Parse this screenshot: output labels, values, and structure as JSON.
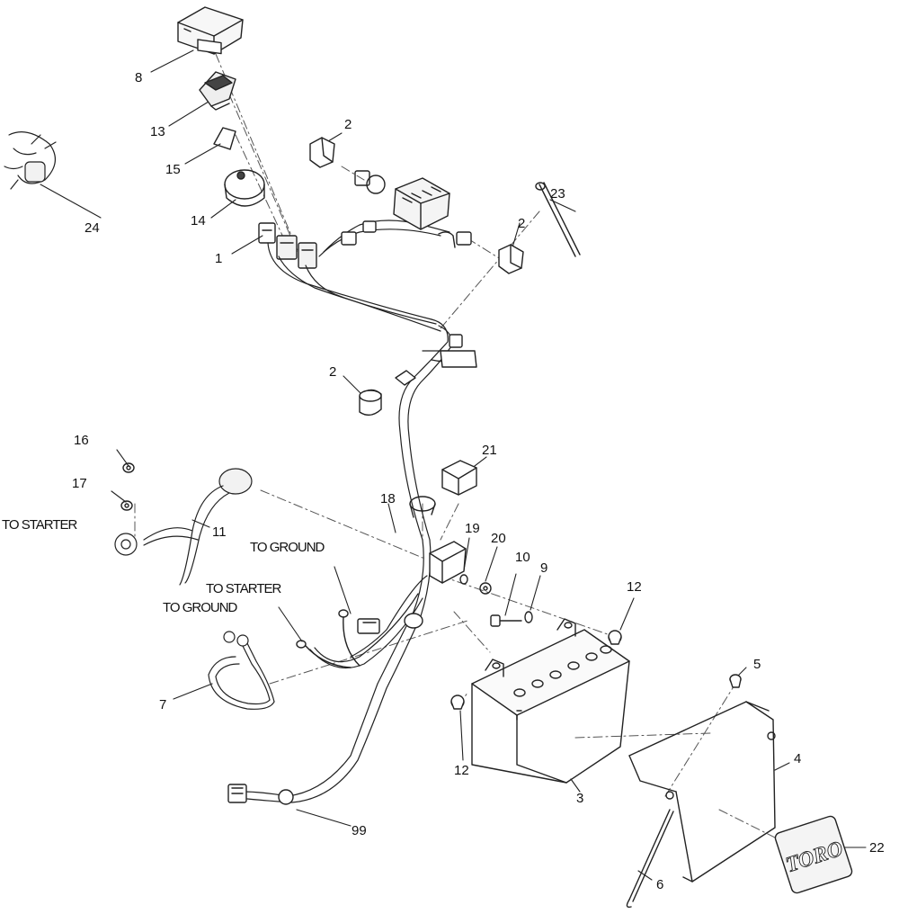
{
  "callouts": {
    "c1": "1",
    "c2a": "2",
    "c2b": "2",
    "c2c": "2",
    "c3": "3",
    "c4": "4",
    "c5": "5",
    "c6": "6",
    "c7": "7",
    "c8": "8",
    "c9": "9",
    "c10": "10",
    "c11": "11",
    "c12a": "12",
    "c12b": "12",
    "c13": "13",
    "c14": "14",
    "c15": "15",
    "c16": "16",
    "c17": "17",
    "c18": "18",
    "c19": "19",
    "c20": "20",
    "c21": "21",
    "c22": "22",
    "c23": "23",
    "c24": "24",
    "c99": "99"
  },
  "notes": {
    "to_starter_left": "TO STARTER",
    "to_ground_upper": "TO GROUND",
    "to_starter_mid": "TO STARTER",
    "to_ground_lower": "TO GROUND"
  },
  "logo": {
    "text": "TORO"
  },
  "colors": {
    "line": "#222222",
    "dash": "#555555",
    "shade": "#dcdcdc",
    "background": "#ffffff"
  }
}
